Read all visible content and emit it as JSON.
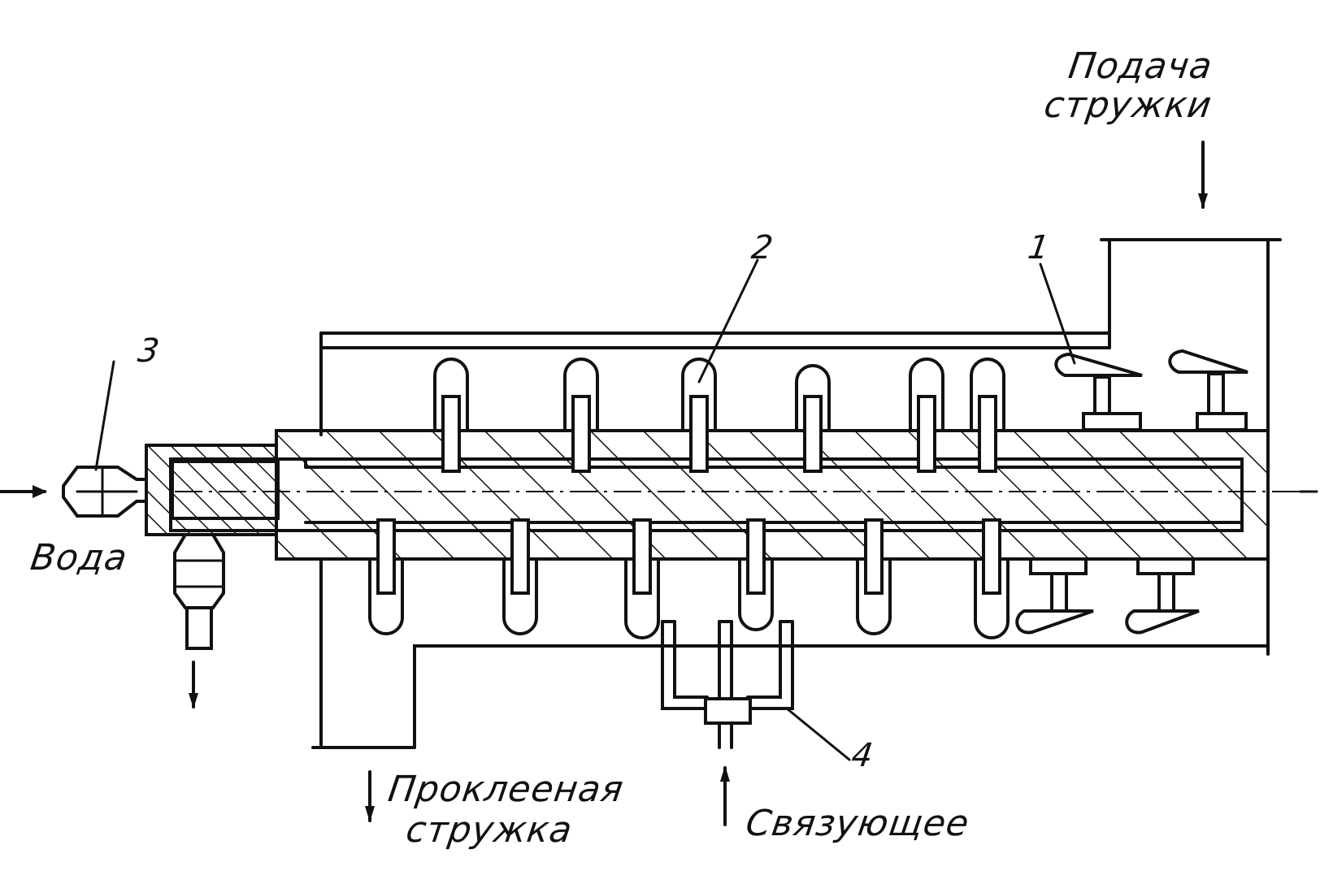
{
  "labels": {
    "feed_chips": [
      "Подача",
      "стружки"
    ],
    "water": "Вода",
    "glued_chips": [
      "Проклееная",
      "стружка"
    ],
    "binder": "Связующее",
    "callouts": [
      "1",
      "2",
      "3",
      "4"
    ]
  }
}
